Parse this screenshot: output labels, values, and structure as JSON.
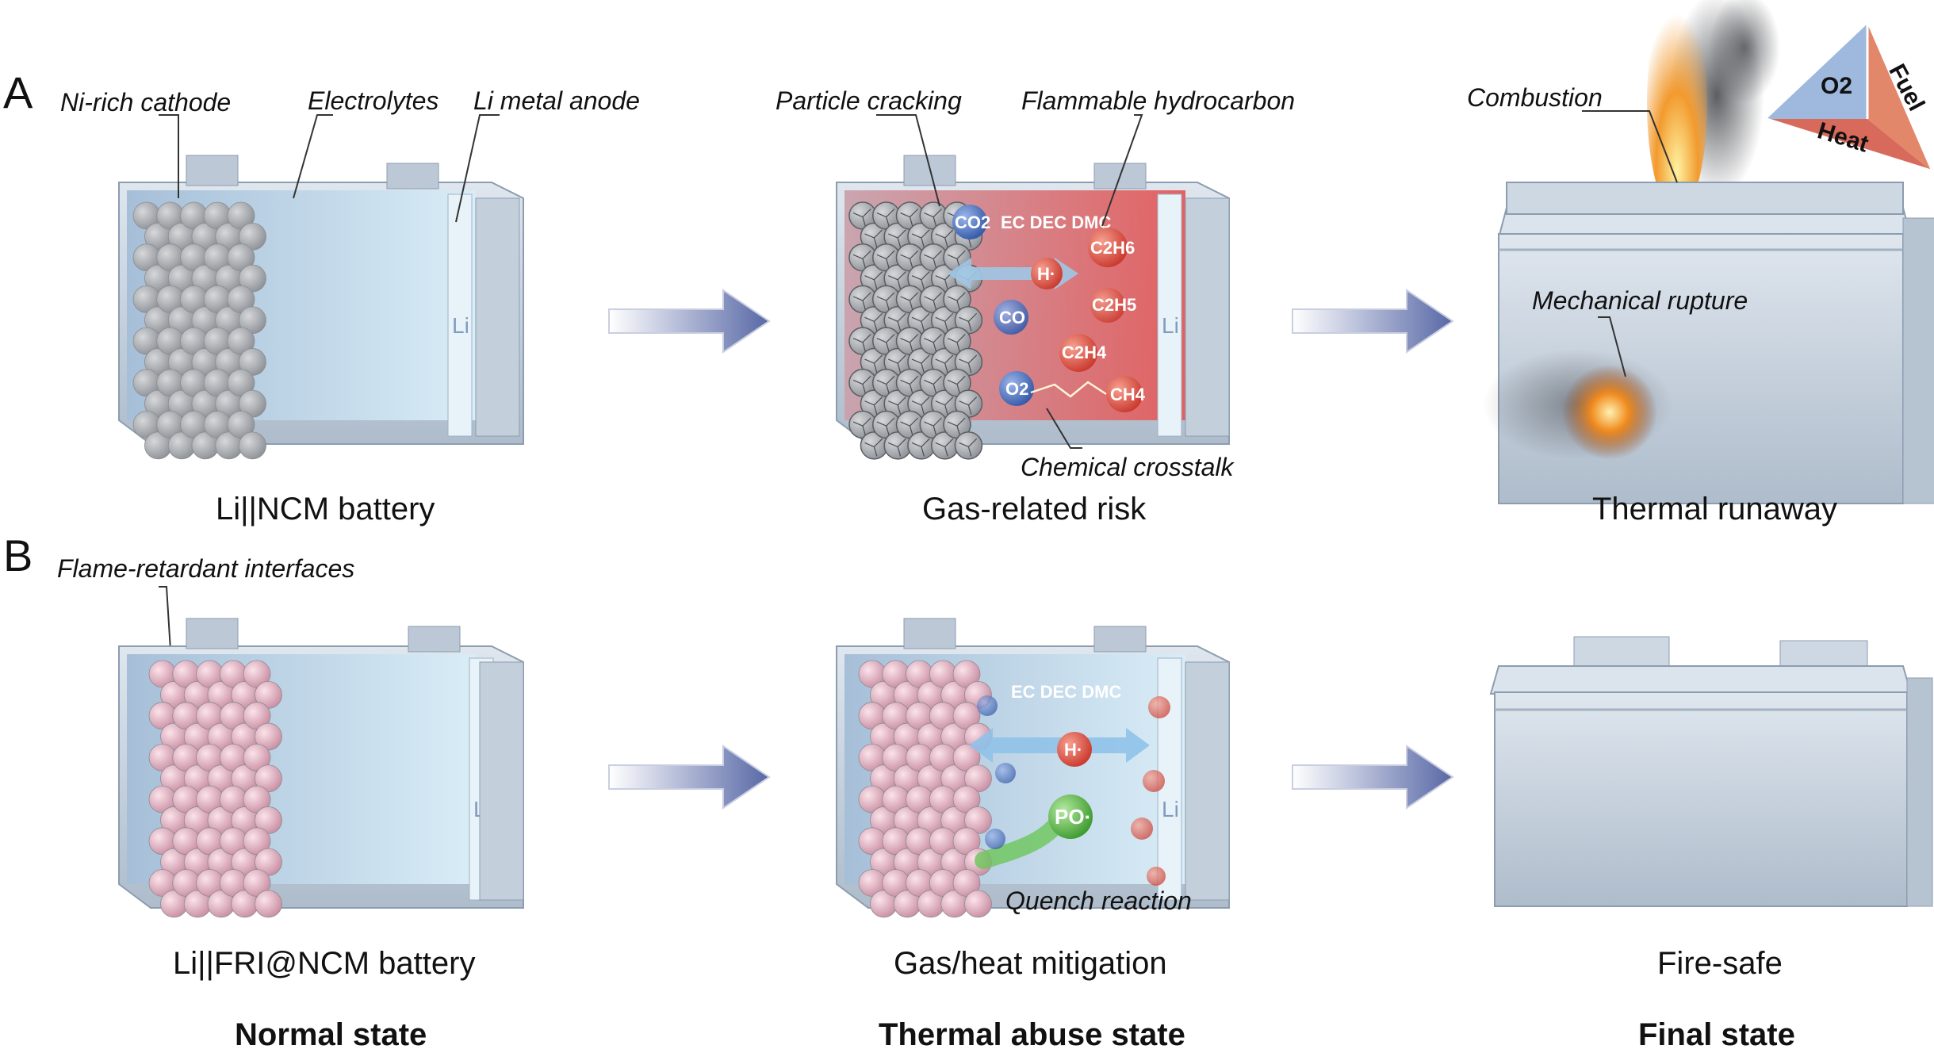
{
  "panels": {
    "A": "A",
    "B": "B"
  },
  "labels": {
    "ni_rich_cathode": "Ni-rich cathode",
    "electrolytes": "Electrolytes",
    "li_metal_anode": "Li metal anode",
    "particle_cracking": "Particle cracking",
    "flammable_hydrocarbon": "Flammable hydrocarbon",
    "chemical_crosstalk": "Chemical crosstalk",
    "combustion": "Combustion",
    "mechanical_rupture": "Mechanical rupture",
    "flame_retardant_interfaces": "Flame-retardant interfaces",
    "quench_reaction": "Quench reaction"
  },
  "captions": {
    "li_ncm": "Li||NCM battery",
    "gas_risk": "Gas-related risk",
    "thermal_runaway": "Thermal runaway",
    "li_fri_ncm": "Li||FRI@NCM battery",
    "gas_heat_mitigation": "Gas/heat mitigation",
    "fire_safe": "Fire-safe"
  },
  "states": {
    "normal": "Normal state",
    "abuse": "Thermal abuse state",
    "final": "Final state"
  },
  "electrolyte_species": "EC DEC DMC",
  "anode_letter": "Li",
  "gases_A": {
    "co2": "CO2",
    "h": "H·",
    "c2h6": "C2H6",
    "c2h5": "C2H5",
    "co": "CO",
    "c2h4": "C2H4",
    "o2": "O2",
    "ch4": "CH4"
  },
  "gases_B": {
    "h": "H·",
    "po": "PO·"
  },
  "fire_triangle": {
    "o2": "O2",
    "fuel": "Fuel",
    "heat": "Heat"
  },
  "colors": {
    "case": "#c7d3e0",
    "case_dark": "#8c9db0",
    "electrolyte": "#b9dcef",
    "grey_particle": "#a9acb1",
    "pink_particle": "#e8b9c8",
    "red_gas": "#e0503f",
    "blue_gas": "#4f77c4",
    "green_po": "#5dbd4a",
    "arrow": "#5868a6"
  }
}
